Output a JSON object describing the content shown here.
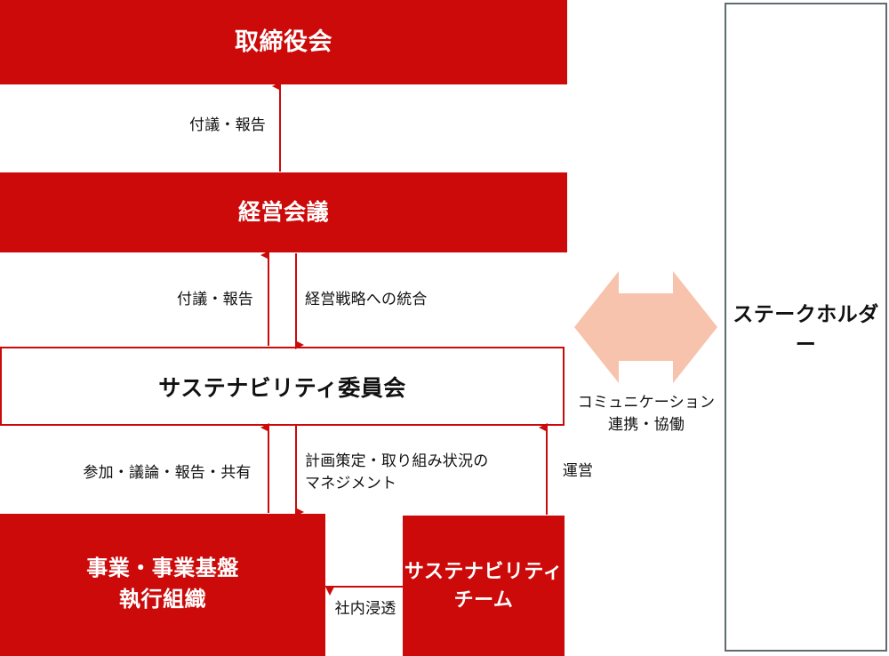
{
  "colors": {
    "red": "#cc0a0a",
    "salmon": "#f7c3ac",
    "stakeholder_border": "#5e6b70",
    "text": "#111111",
    "white": "#ffffff"
  },
  "nodes": {
    "board": {
      "label": "取締役会"
    },
    "management_meeting": {
      "label": "経営会議"
    },
    "sustainability_committee": {
      "label": "サステナビリティ委員会"
    },
    "business_execution": {
      "label": "事業・事業基盤\n執行組織"
    },
    "sustainability_team": {
      "label": "サステナビリティ\nチーム"
    },
    "stakeholder": {
      "label": "ステークホルダー"
    }
  },
  "connections": {
    "board_up": {
      "label": "付議・報告"
    },
    "committee_up": {
      "label": "付議・報告"
    },
    "committee_down": {
      "label": "経営戦略への統合"
    },
    "execution_up": {
      "label": "参加・議論・報告・共有"
    },
    "execution_down": {
      "label": "計画策定・取り組み状況の\nマネジメント"
    },
    "team_up": {
      "label": "運営"
    },
    "team_to_execution": {
      "label": "社内浸透"
    },
    "stakeholder_arrow": {
      "label": "コミュニケーション\n連携・協働"
    }
  }
}
